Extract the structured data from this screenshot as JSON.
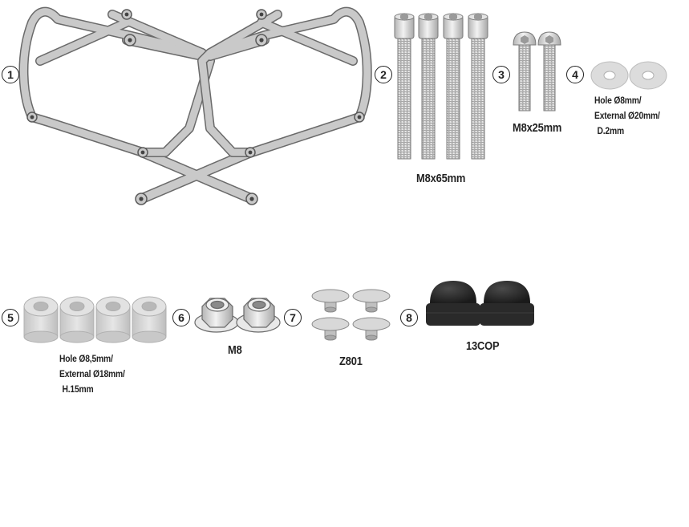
{
  "items": [
    {
      "number": "1",
      "label": ""
    },
    {
      "number": "2",
      "label": "M8x65mm"
    },
    {
      "number": "3",
      "label": "M8x25mm"
    },
    {
      "number": "4",
      "label_lines": [
        "Hole Ø8mm/",
        "External Ø20mm/",
        "D.2mm"
      ]
    },
    {
      "number": "5",
      "label_lines": [
        "Hole Ø8,5mm/",
        "External Ø18mm/",
        "H.15mm"
      ]
    },
    {
      "number": "6",
      "label": "M8"
    },
    {
      "number": "7",
      "label": "Z801"
    },
    {
      "number": "8",
      "label": "13COP"
    }
  ],
  "colors": {
    "frame_fill": "#c9c9c9",
    "frame_stroke": "#6a6a6a",
    "spacer_fill": "#d4d4d4",
    "washer_fill": "#dcdcdc",
    "cap_fill": "#2a2a2a",
    "badge_stroke": "#222222"
  }
}
